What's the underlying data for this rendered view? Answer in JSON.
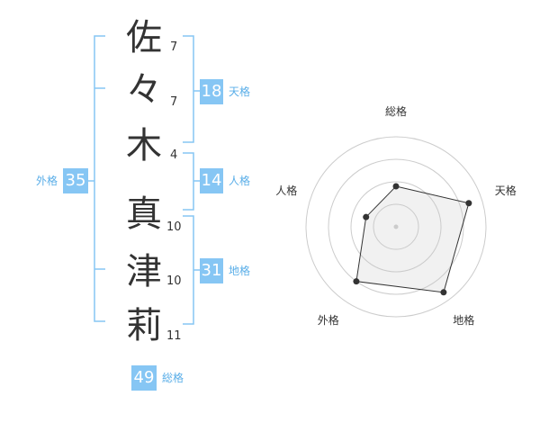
{
  "name": {
    "chars": [
      {
        "char": "佐",
        "strokes": "7"
      },
      {
        "char": "々",
        "strokes": "7"
      },
      {
        "char": "木",
        "strokes": "4"
      },
      {
        "char": "真",
        "strokes": "10"
      },
      {
        "char": "津",
        "strokes": "10"
      },
      {
        "char": "莉",
        "strokes": "11"
      }
    ]
  },
  "kakusu": {
    "tenkaku": {
      "value": "18",
      "label": "天格"
    },
    "jinkaku": {
      "value": "14",
      "label": "人格"
    },
    "chikaku": {
      "value": "31",
      "label": "地格"
    },
    "gaikaku": {
      "value": "35",
      "label": "外格"
    },
    "soukaku": {
      "value": "49",
      "label": "総格"
    }
  },
  "chart_data": {
    "type": "radar",
    "axes": [
      "総格",
      "天格",
      "地格",
      "外格",
      "人格"
    ],
    "values": [
      0.45,
      0.85,
      0.9,
      0.75,
      0.35
    ],
    "max": 1,
    "rings": 4
  },
  "colors": {
    "accent": "#86c6f4",
    "bracket": "#86c6f4",
    "text": "#333333",
    "label": "#5aaee8"
  }
}
